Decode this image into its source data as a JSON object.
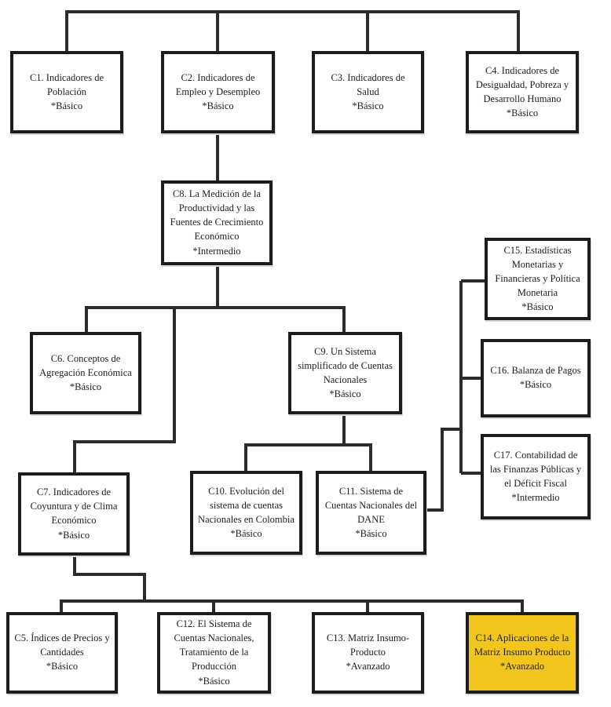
{
  "nodes": {
    "c1": {
      "title": "C1. Indicadores de Población",
      "level": "*Básico"
    },
    "c2": {
      "title": "C2. Indicadores de Empleo y Desempleo",
      "level": "*Básico"
    },
    "c3": {
      "title": "C3. Indicadores de Salud",
      "level": "*Básico"
    },
    "c4": {
      "title": "C4. Indicadores de Desigualdad, Pobreza y Desarrollo Humano",
      "level": "*Básico"
    },
    "c5": {
      "title": "C5. Índices de Precios y Cantidades",
      "level": "*Básico"
    },
    "c6": {
      "title": "C6. Conceptos de Agregación Económica",
      "level": "*Básico"
    },
    "c7": {
      "title": "C7. Indicadores de Coyuntura y de Clima Económico",
      "level": "*Básico"
    },
    "c8": {
      "title": "C8. La Medición de la Productividad y las Fuentes de Crecimiento Económico",
      "level": "*Intermedio"
    },
    "c9": {
      "title": "C9. Un Sistema simplificado de Cuentas Nacionales",
      "level": "*Básico"
    },
    "c10": {
      "title": "C10. Evolución del sistema de cuentas Nacionales en Colombia",
      "level": "*Básico"
    },
    "c11": {
      "title": "C11. Sistema de Cuentas Nacionales del DANE",
      "level": "*Básico"
    },
    "c12": {
      "title": "C12. El Sistema de Cuentas Nacionales, Tratamiento de la Producción",
      "level": "*Básico"
    },
    "c13": {
      "title": "C13. Matriz Insumo-Producto",
      "level": "*Avanzado"
    },
    "c14": {
      "title": "C14. Aplicaciones de la Matriz Insumo Producto",
      "level": "*Avanzado"
    },
    "c15": {
      "title": "C15. Estadísticas Monetarias y Financieras y Política Monetaria",
      "level": "*Básico"
    },
    "c16": {
      "title": "C16. Balanza de Pagos",
      "level": "*Básico"
    },
    "c17": {
      "title": "C17. Contabilidad de las Finanzas Públicas y el Déficit Fiscal",
      "level": "*Intermedio"
    }
  },
  "colors": {
    "highlight": "#F2C61D",
    "line": "#2B2B2B",
    "box_border": "#1C1C1C",
    "box_fill": "#FFFFFF"
  }
}
